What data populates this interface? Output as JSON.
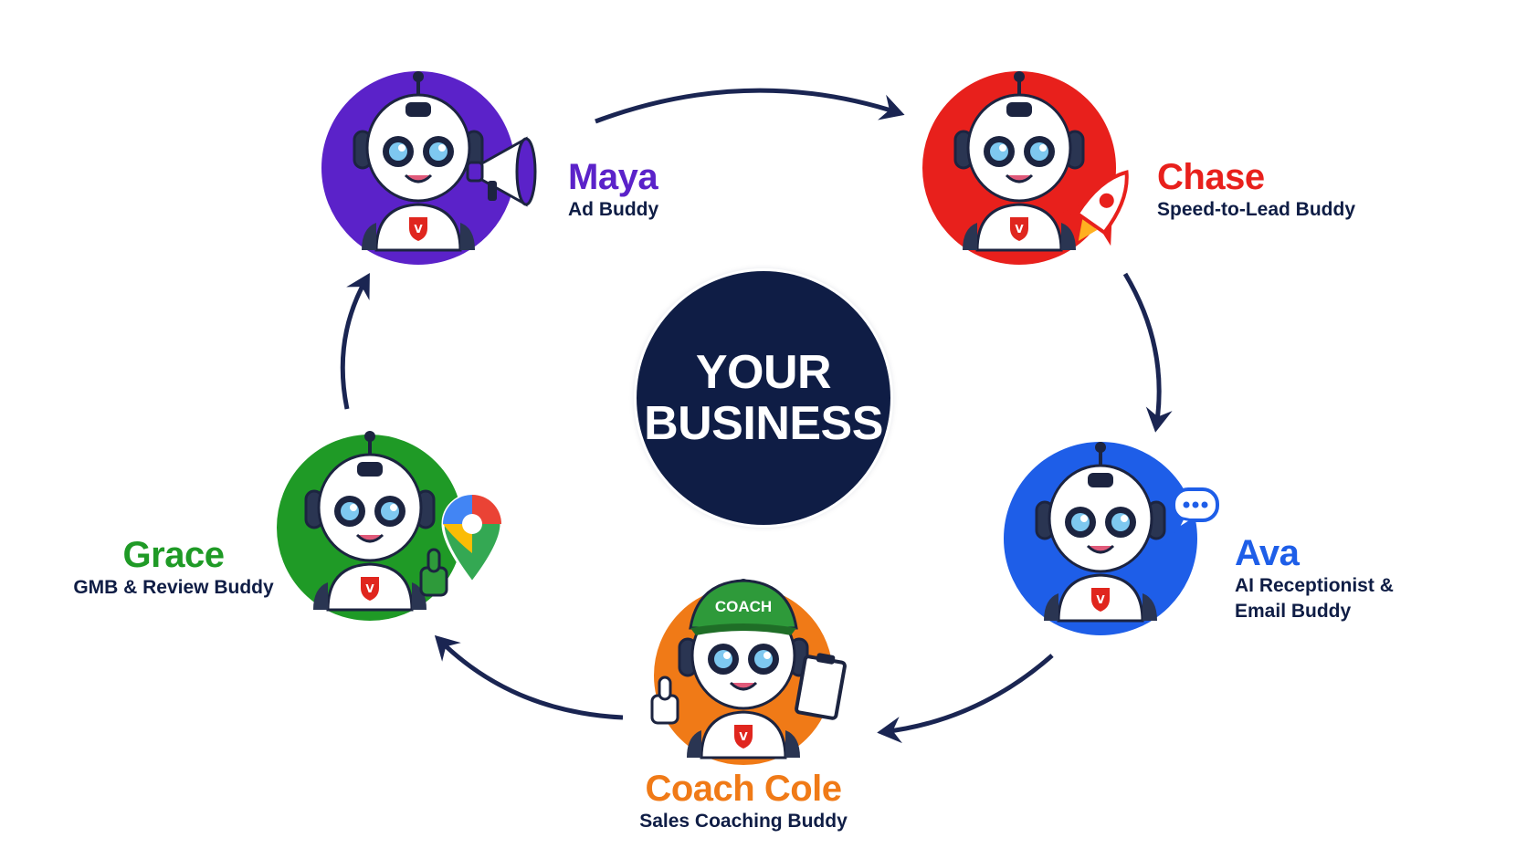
{
  "center": {
    "line1": "YOUR",
    "line2": "BUSINESS",
    "color": "#0f1d45"
  },
  "arrow_color": "#1a2552",
  "buddies": {
    "maya": {
      "name": "Maya",
      "role": "Ad Buddy",
      "color": "#5b22c9",
      "accessory_icon": "megaphone-icon"
    },
    "chase": {
      "name": "Chase",
      "role": "Speed-to-Lead Buddy",
      "color": "#e8201c",
      "accessory_icon": "rocket-icon"
    },
    "ava": {
      "name": "Ava",
      "role_line1": "AI Receptionist &",
      "role_line2": "Email Buddy",
      "color": "#1e5ee8",
      "accessory_icon": "chat-bubble-icon"
    },
    "coach": {
      "name": "Coach Cole",
      "role": "Sales Coaching Buddy",
      "cap_text": "COACH",
      "color": "#f07a17",
      "accessory_icon": "clipboard-icon"
    },
    "grace": {
      "name": "Grace",
      "role": "GMB & Review Buddy",
      "color": "#1f9a26",
      "accessory_icon": "map-pin-icon"
    }
  }
}
